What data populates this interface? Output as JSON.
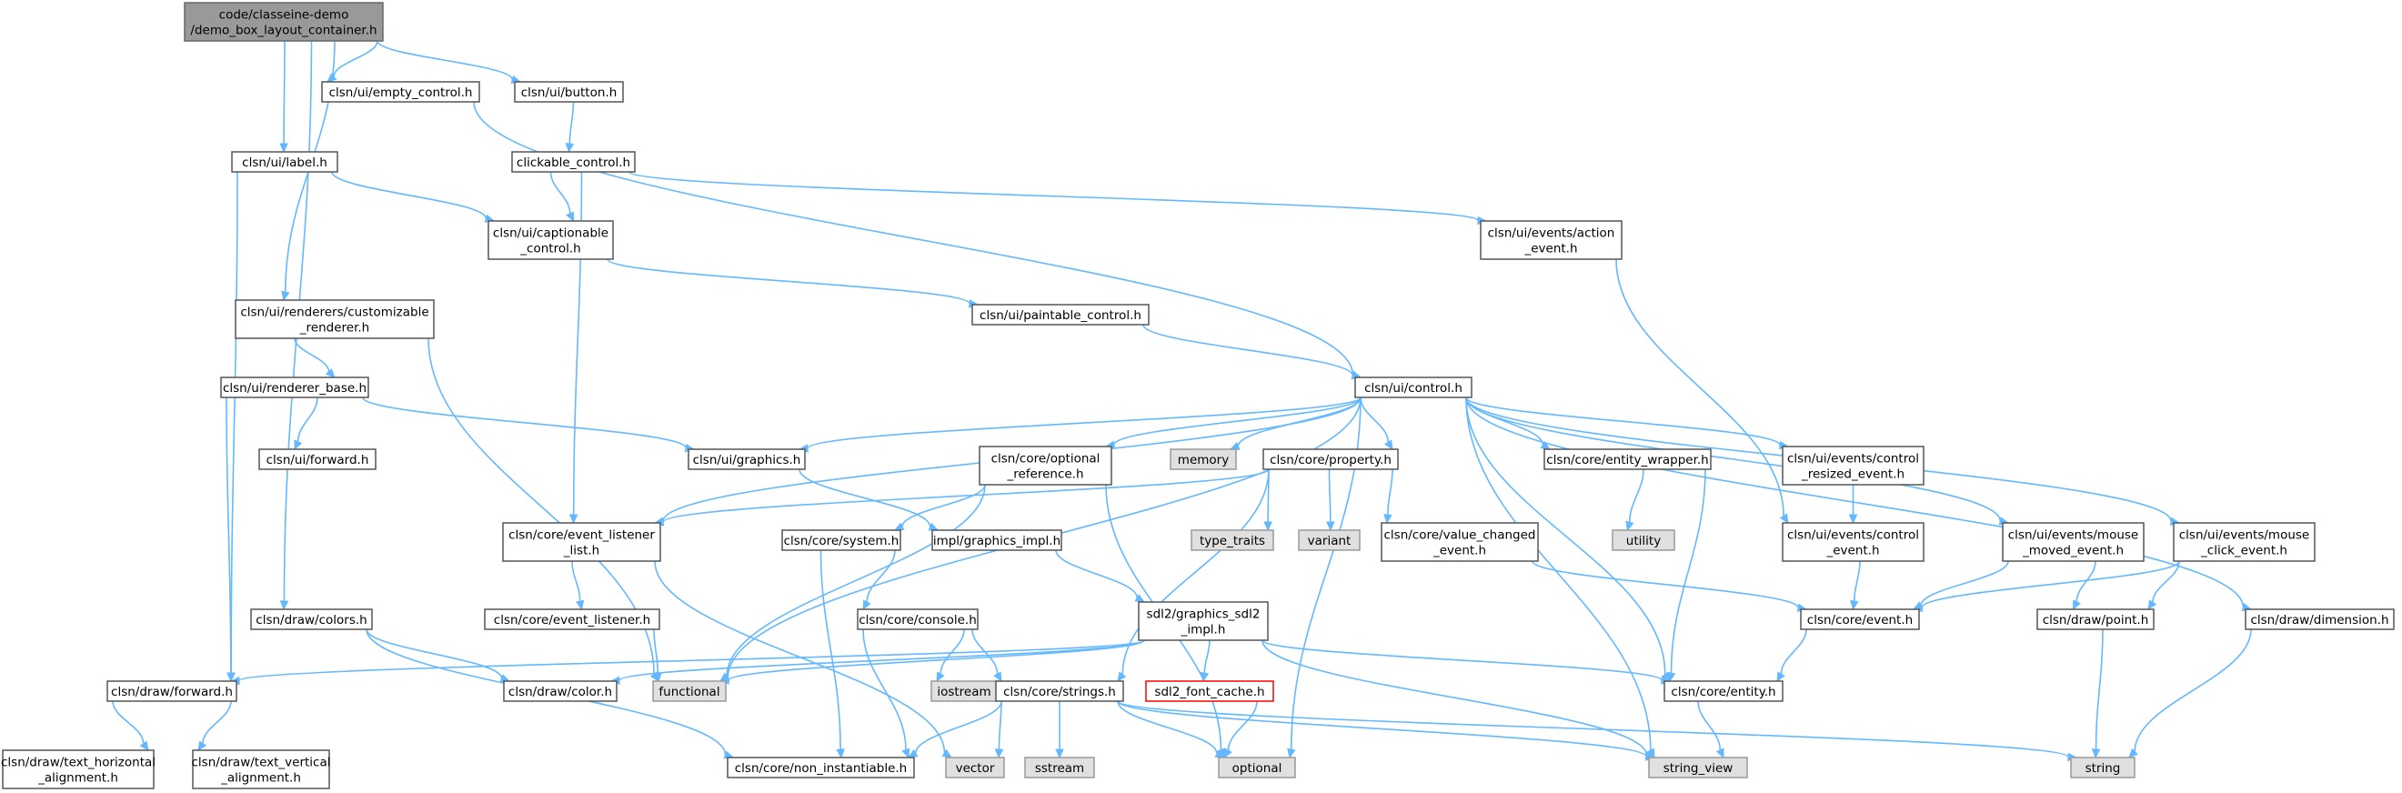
{
  "colors": {
    "edge": "#63b8ff",
    "root_fill": "#999999",
    "system_fill": "#e0e0e0",
    "missing_stroke": "#ff0000",
    "node_stroke": "#555555"
  },
  "nodes": [
    {
      "id": "root",
      "label": [
        "code/classeine-demo",
        "/demo_box_layout_container.h"
      ],
      "kind": "root"
    },
    {
      "id": "empty_control",
      "label": [
        "clsn/ui/empty_control.h"
      ],
      "kind": "file"
    },
    {
      "id": "button",
      "label": [
        "clsn/ui/button.h"
      ],
      "kind": "file"
    },
    {
      "id": "label",
      "label": [
        "clsn/ui/label.h"
      ],
      "kind": "file"
    },
    {
      "id": "clickable_control",
      "label": [
        "clickable_control.h"
      ],
      "kind": "file"
    },
    {
      "id": "captionable",
      "label": [
        "clsn/ui/captionable",
        "_control.h"
      ],
      "kind": "file"
    },
    {
      "id": "action_event",
      "label": [
        "clsn/ui/events/action",
        "_event.h"
      ],
      "kind": "file"
    },
    {
      "id": "customizable_renderer",
      "label": [
        "clsn/ui/renderers/customizable",
        "_renderer.h"
      ],
      "kind": "file"
    },
    {
      "id": "paintable_control",
      "label": [
        "clsn/ui/paintable_control.h"
      ],
      "kind": "file"
    },
    {
      "id": "renderer_base",
      "label": [
        "clsn/ui/renderer_base.h"
      ],
      "kind": "file"
    },
    {
      "id": "control",
      "label": [
        "clsn/ui/control.h"
      ],
      "kind": "file"
    },
    {
      "id": "ui_forward",
      "label": [
        "clsn/ui/forward.h"
      ],
      "kind": "file"
    },
    {
      "id": "graphics",
      "label": [
        "clsn/ui/graphics.h"
      ],
      "kind": "file"
    },
    {
      "id": "optional_reference",
      "label": [
        "clsn/core/optional",
        "_reference.h"
      ],
      "kind": "file"
    },
    {
      "id": "memory",
      "label": [
        "memory"
      ],
      "kind": "system"
    },
    {
      "id": "property",
      "label": [
        "clsn/core/property.h"
      ],
      "kind": "file"
    },
    {
      "id": "entity_wrapper",
      "label": [
        "clsn/core/entity_wrapper.h"
      ],
      "kind": "file"
    },
    {
      "id": "control_resized",
      "label": [
        "clsn/ui/events/control",
        "_resized_event.h"
      ],
      "kind": "file"
    },
    {
      "id": "event_listener_list",
      "label": [
        "clsn/core/event_listener",
        "_list.h"
      ],
      "kind": "file"
    },
    {
      "id": "core_system",
      "label": [
        "clsn/core/system.h"
      ],
      "kind": "file"
    },
    {
      "id": "graphics_impl",
      "label": [
        "impl/graphics_impl.h"
      ],
      "kind": "file"
    },
    {
      "id": "type_traits",
      "label": [
        "type_traits"
      ],
      "kind": "system"
    },
    {
      "id": "variant",
      "label": [
        "variant"
      ],
      "kind": "system"
    },
    {
      "id": "value_changed",
      "label": [
        "clsn/core/value_changed",
        "_event.h"
      ],
      "kind": "file"
    },
    {
      "id": "utility",
      "label": [
        "utility"
      ],
      "kind": "system"
    },
    {
      "id": "control_event",
      "label": [
        "clsn/ui/events/control",
        "_event.h"
      ],
      "kind": "file"
    },
    {
      "id": "mouse_moved",
      "label": [
        "clsn/ui/events/mouse",
        "_moved_event.h"
      ],
      "kind": "file"
    },
    {
      "id": "mouse_click",
      "label": [
        "clsn/ui/events/mouse",
        "_click_event.h"
      ],
      "kind": "file"
    },
    {
      "id": "draw_colors",
      "label": [
        "clsn/draw/colors.h"
      ],
      "kind": "file"
    },
    {
      "id": "event_listener",
      "label": [
        "clsn/core/event_listener.h"
      ],
      "kind": "file"
    },
    {
      "id": "console",
      "label": [
        "clsn/core/console.h"
      ],
      "kind": "file"
    },
    {
      "id": "sdl2_graphics",
      "label": [
        "sdl2/graphics_sdl2",
        "_impl.h"
      ],
      "kind": "file"
    },
    {
      "id": "core_event",
      "label": [
        "clsn/core/event.h"
      ],
      "kind": "file"
    },
    {
      "id": "draw_point",
      "label": [
        "clsn/draw/point.h"
      ],
      "kind": "file"
    },
    {
      "id": "draw_dimension",
      "label": [
        "clsn/draw/dimension.h"
      ],
      "kind": "file"
    },
    {
      "id": "draw_forward",
      "label": [
        "clsn/draw/forward.h"
      ],
      "kind": "file"
    },
    {
      "id": "draw_color",
      "label": [
        "clsn/draw/color.h"
      ],
      "kind": "file"
    },
    {
      "id": "functional",
      "label": [
        "functional"
      ],
      "kind": "system"
    },
    {
      "id": "iostream",
      "label": [
        "iostream"
      ],
      "kind": "system"
    },
    {
      "id": "core_strings",
      "label": [
        "clsn/core/strings.h"
      ],
      "kind": "file"
    },
    {
      "id": "sdl2_font_cache",
      "label": [
        "sdl2_font_cache.h"
      ],
      "kind": "missing"
    },
    {
      "id": "entity",
      "label": [
        "clsn/core/entity.h"
      ],
      "kind": "file"
    },
    {
      "id": "text_h_align",
      "label": [
        "clsn/draw/text_horizontal",
        "_alignment.h"
      ],
      "kind": "file"
    },
    {
      "id": "text_v_align",
      "label": [
        "clsn/draw/text_vertical",
        "_alignment.h"
      ],
      "kind": "file"
    },
    {
      "id": "non_instantiable",
      "label": [
        "clsn/core/non_instantiable.h"
      ],
      "kind": "file"
    },
    {
      "id": "vector",
      "label": [
        "vector"
      ],
      "kind": "system"
    },
    {
      "id": "sstream",
      "label": [
        "sstream"
      ],
      "kind": "system"
    },
    {
      "id": "optional",
      "label": [
        "optional"
      ],
      "kind": "system"
    },
    {
      "id": "string_view",
      "label": [
        "string_view"
      ],
      "kind": "system"
    },
    {
      "id": "string",
      "label": [
        "string"
      ],
      "kind": "system"
    }
  ],
  "edges": [
    [
      "root",
      "empty_control"
    ],
    [
      "root",
      "button"
    ],
    [
      "root",
      "label"
    ],
    [
      "root",
      "customizable_renderer"
    ],
    [
      "root",
      "draw_colors"
    ],
    [
      "empty_control",
      "control"
    ],
    [
      "button",
      "clickable_control"
    ],
    [
      "label",
      "captionable"
    ],
    [
      "label",
      "draw_forward"
    ],
    [
      "clickable_control",
      "captionable"
    ],
    [
      "clickable_control",
      "action_event"
    ],
    [
      "clickable_control",
      "event_listener_list"
    ],
    [
      "captionable",
      "paintable_control"
    ],
    [
      "action_event",
      "control_event"
    ],
    [
      "customizable_renderer",
      "renderer_base"
    ],
    [
      "customizable_renderer",
      "functional"
    ],
    [
      "paintable_control",
      "control"
    ],
    [
      "renderer_base",
      "ui_forward"
    ],
    [
      "renderer_base",
      "graphics"
    ],
    [
      "renderer_base",
      "draw_forward"
    ],
    [
      "control",
      "graphics"
    ],
    [
      "control",
      "optional_reference"
    ],
    [
      "control",
      "memory"
    ],
    [
      "control",
      "property"
    ],
    [
      "control",
      "entity_wrapper"
    ],
    [
      "control",
      "control_resized"
    ],
    [
      "control",
      "mouse_moved"
    ],
    [
      "control",
      "mouse_click"
    ],
    [
      "control",
      "draw_dimension"
    ],
    [
      "control",
      "event_listener_list"
    ],
    [
      "control",
      "functional"
    ],
    [
      "control",
      "optional"
    ],
    [
      "control",
      "string_view"
    ],
    [
      "control",
      "entity"
    ],
    [
      "graphics",
      "graphics_impl"
    ],
    [
      "optional_reference",
      "core_system"
    ],
    [
      "optional_reference",
      "functional"
    ],
    [
      "optional_reference",
      "optional"
    ],
    [
      "property",
      "type_traits"
    ],
    [
      "property",
      "variant"
    ],
    [
      "property",
      "value_changed"
    ],
    [
      "property",
      "core_strings"
    ],
    [
      "property",
      "event_listener_list"
    ],
    [
      "entity_wrapper",
      "utility"
    ],
    [
      "entity_wrapper",
      "entity"
    ],
    [
      "control_resized",
      "control_event"
    ],
    [
      "event_listener_list",
      "event_listener"
    ],
    [
      "event_listener_list",
      "vector"
    ],
    [
      "core_system",
      "console"
    ],
    [
      "core_system",
      "non_instantiable"
    ],
    [
      "graphics_impl",
      "sdl2_graphics"
    ],
    [
      "value_changed",
      "core_event"
    ],
    [
      "control_event",
      "core_event"
    ],
    [
      "mouse_moved",
      "core_event"
    ],
    [
      "mouse_moved",
      "draw_point"
    ],
    [
      "mouse_click",
      "core_event"
    ],
    [
      "mouse_click",
      "draw_point"
    ],
    [
      "draw_colors",
      "draw_color"
    ],
    [
      "draw_colors",
      "non_instantiable"
    ],
    [
      "event_listener",
      "functional"
    ],
    [
      "console",
      "iostream"
    ],
    [
      "console",
      "core_strings"
    ],
    [
      "console",
      "non_instantiable"
    ],
    [
      "sdl2_graphics",
      "draw_forward"
    ],
    [
      "sdl2_graphics",
      "draw_color"
    ],
    [
      "sdl2_graphics",
      "functional"
    ],
    [
      "sdl2_graphics",
      "sdl2_font_cache"
    ],
    [
      "sdl2_graphics",
      "entity"
    ],
    [
      "sdl2_graphics",
      "string_view"
    ],
    [
      "core_event",
      "entity"
    ],
    [
      "draw_point",
      "string"
    ],
    [
      "draw_dimension",
      "string"
    ],
    [
      "draw_forward",
      "text_h_align"
    ],
    [
      "draw_forward",
      "text_v_align"
    ],
    [
      "core_strings",
      "non_instantiable"
    ],
    [
      "core_strings",
      "vector"
    ],
    [
      "core_strings",
      "sstream"
    ],
    [
      "core_strings",
      "optional"
    ],
    [
      "core_strings",
      "string_view"
    ],
    [
      "core_strings",
      "string"
    ],
    [
      "sdl2_font_cache",
      "optional"
    ],
    [
      "entity",
      "string_view"
    ]
  ]
}
